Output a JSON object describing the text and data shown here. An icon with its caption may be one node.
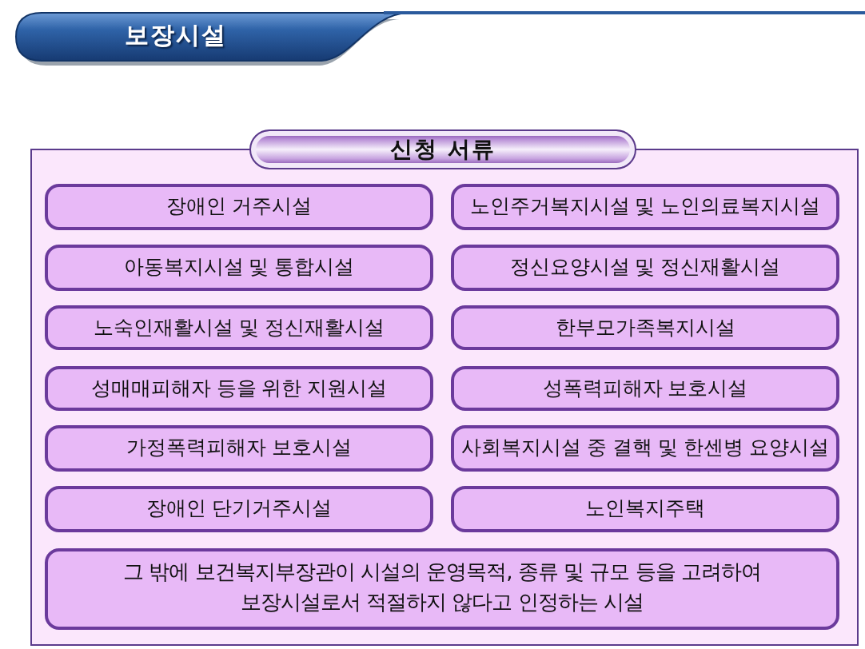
{
  "diagram": {
    "title": "보장시설",
    "nodes": [
      {
        "text": [
          "신청 서류"
        ]
      },
      {
        "text": [
          "장애인 거주시설"
        ],
        "in": 0
      },
      {
        "text": [
          "노인주거복지시설 및 노인의료복지시설"
        ],
        "in": 0
      },
      {
        "text": [
          "아동복지시설 및 통합시설"
        ],
        "in": 0
      },
      {
        "text": [
          "정신요양시설 및 정신재활시설"
        ],
        "in": 0
      },
      {
        "text": [
          "노숙인재활시설 및 정신재활시설"
        ],
        "in": 0
      },
      {
        "text": [
          "한부모가족복지시설"
        ],
        "in": 0
      },
      {
        "text": [
          "성매매피해자 등을 위한 지원시설"
        ],
        "in": 0
      },
      {
        "text": [
          "성폭력피해자 보호시설"
        ],
        "in": 0
      },
      {
        "text": [
          "가정폭력피해자 보호시설"
        ],
        "in": 0
      },
      {
        "text": [
          "사회복지시설 중 결핵 및 한센병 요양시설"
        ],
        "in": 0
      },
      {
        "text": [
          "장애인 단기거주시설"
        ],
        "in": 0
      },
      {
        "text": [
          "노인복지주택"
        ],
        "in": 0
      },
      {
        "text": [
          "그 밖에 보건복지부장관이 시설의 운영목적, 종류 및 규모 등을 고려하여 보장시설로서 적절하지 않다고 인정하는 시설"
        ],
        "in": 0
      }
    ]
  }
}
